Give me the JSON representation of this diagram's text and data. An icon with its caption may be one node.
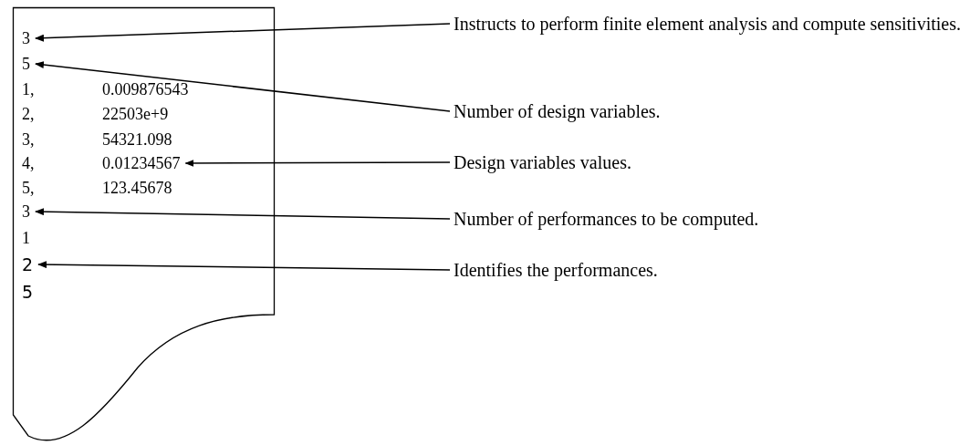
{
  "diagram": {
    "nodes": [
      {
        "text": [],
        "shape": "document"
      },
      {
        "text": [
          "3"
        ],
        "in": 0
      },
      {
        "text": [
          "5"
        ],
        "in": 0
      },
      {
        "text": [
          "1,",
          "0.009876543"
        ],
        "in": 0
      },
      {
        "text": [
          "2,",
          "22503e+9"
        ],
        "in": 0
      },
      {
        "text": [
          "3,",
          "54321.098"
        ],
        "in": 0
      },
      {
        "text": [
          "4,",
          "0.01234567"
        ],
        "in": 0
      },
      {
        "text": [
          "5,",
          "123.45678"
        ],
        "in": 0
      },
      {
        "text": [
          "3"
        ],
        "in": 0
      },
      {
        "text": [
          "1"
        ],
        "in": 0
      },
      {
        "text": [
          "2"
        ],
        "in": 0
      },
      {
        "text": [
          "5"
        ],
        "in": 0
      },
      {
        "text": [
          "Instructs to perform finite element analysis and compute sensitivities."
        ]
      },
      {
        "text": [
          "Number of design variables."
        ]
      },
      {
        "text": [
          "Design variables values."
        ]
      },
      {
        "text": [
          "Number of performances to be computed."
        ]
      },
      {
        "text": [
          "Identifies the performances."
        ]
      }
    ],
    "edges": [
      {
        "from": 12,
        "to": 1,
        "arrow": "to"
      },
      {
        "from": 13,
        "to": 2,
        "arrow": "to"
      },
      {
        "from": 14,
        "to": 6,
        "arrow": "to"
      },
      {
        "from": 15,
        "to": 8,
        "arrow": "to"
      },
      {
        "from": 16,
        "to": 10,
        "arrow": "to"
      }
    ]
  }
}
